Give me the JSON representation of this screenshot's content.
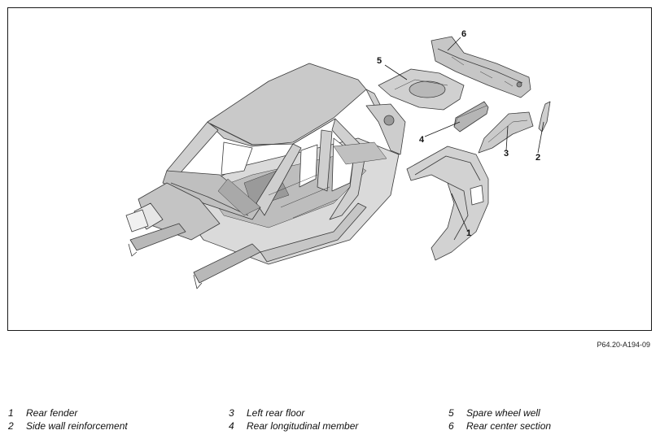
{
  "figure": {
    "code": "P64.20-A194-09",
    "callouts": [
      "1",
      "2",
      "3",
      "4",
      "5",
      "6"
    ]
  },
  "legend": [
    {
      "num": "1",
      "label": "Rear fender"
    },
    {
      "num": "2",
      "label": "Side wall reinforcement"
    },
    {
      "num": "3",
      "label": "Left rear floor"
    },
    {
      "num": "4",
      "label": "Rear longitudinal member"
    },
    {
      "num": "5",
      "label": "Spare wheel well"
    },
    {
      "num": "6",
      "label": "Rear center section"
    }
  ],
  "colors": {
    "line": "#3a3a3a",
    "body_fill": "#d6d6d6",
    "roof_fill": "#c9c9c9",
    "dark_fill": "#8e8e8e",
    "light_fill": "#e8e8e8"
  }
}
